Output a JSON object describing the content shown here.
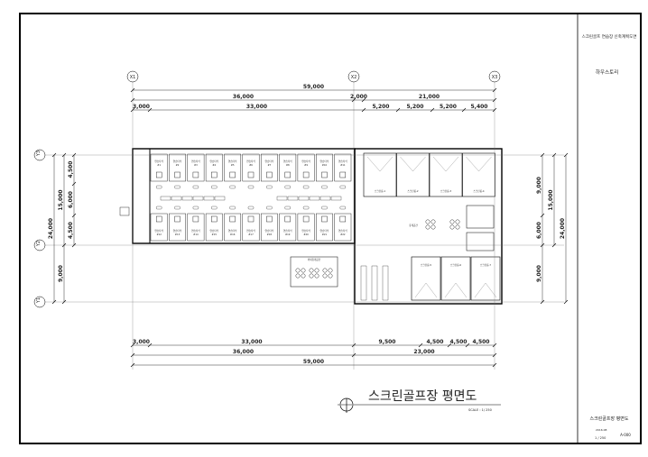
{
  "title_block": {
    "project": "스크린골프 연습장 신축계획도면",
    "client": "하우스토리",
    "drawing_title": "스크린골프장 평면도",
    "date": "2016.08",
    "scale": "1 / 250",
    "drawing_no": "A-000"
  },
  "drawing": {
    "title": "스크린골프장 평면도",
    "scale_label": "SCALE : 1/ 250"
  },
  "grid": {
    "x": [
      "X1",
      "X2",
      "X3"
    ],
    "y": [
      "Y3",
      "Y2",
      "Y1"
    ]
  },
  "dimensions": {
    "top_overall": "59,000",
    "top_mid": [
      "36,000",
      "2,000",
      "21,000"
    ],
    "top_detail": [
      "3,000",
      "33,000",
      "5,200",
      "5,200",
      "5,200",
      "5,400"
    ],
    "bottom_detail": [
      "3,000",
      "33,000",
      "9,500",
      "4,500",
      "4,500",
      "4,500"
    ],
    "bottom_mid": [
      "36,000",
      "23,000"
    ],
    "bottom_overall": "59,000",
    "left_detail": [
      "4,500",
      "6,000",
      "4,500"
    ],
    "left_mid": [
      "15,000",
      "9,000"
    ],
    "left_overall": "24,000",
    "right_detail": [
      "9,000",
      "6,000",
      "9,000"
    ],
    "right_mid": "15,000",
    "right_overall": "24,000"
  },
  "rooms": {
    "bay_label": "연습타석",
    "bays_top": [
      "#1",
      "#2",
      "#3",
      "#4",
      "#5",
      "#6",
      "#7",
      "#8",
      "#9",
      "#10",
      "#11"
    ],
    "bays_bottom": [
      "#12",
      "#13",
      "#14",
      "#15",
      "#16",
      "#17",
      "#18",
      "#19",
      "#20",
      "#21",
      "#22"
    ],
    "screen_rooms": [
      "스크린룸-1",
      "스크린룸-2",
      "스크린룸-3",
      "스크린룸-4",
      "스크린룸-5",
      "스크린룸-6",
      "스크린룸-7"
    ],
    "lounge": "휴게공간",
    "cafe": "커피휴게공간"
  }
}
